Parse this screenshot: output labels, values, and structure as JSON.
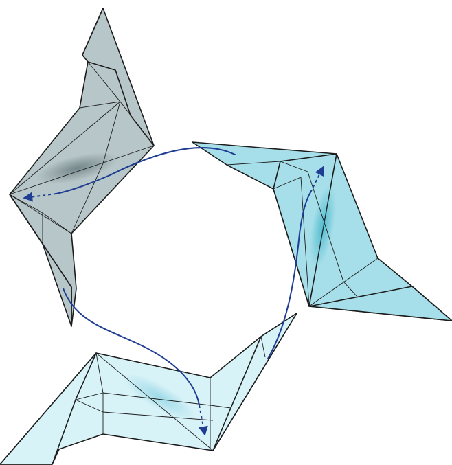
{
  "colors": {
    "unit_top_left": "#b7c6c9",
    "unit_right": "#a6dfe9",
    "unit_bottom": "#d8f3f8",
    "outline": "#1c1c1c",
    "arrow": "#1f3e93",
    "shadow_top_left": "#5f7276",
    "shadow_right": "#3fb3c9",
    "shadow_bottom": "#8fd3e4"
  },
  "units": [
    {
      "name": "top-left-unit",
      "fill_key": "unit_top_left"
    },
    {
      "name": "right-unit",
      "fill_key": "unit_right"
    },
    {
      "name": "bottom-unit",
      "fill_key": "unit_bottom"
    }
  ],
  "arrows": [
    {
      "name": "arrow-right-to-top-left"
    },
    {
      "name": "arrow-bottom-to-right"
    },
    {
      "name": "arrow-top-left-to-bottom"
    }
  ]
}
